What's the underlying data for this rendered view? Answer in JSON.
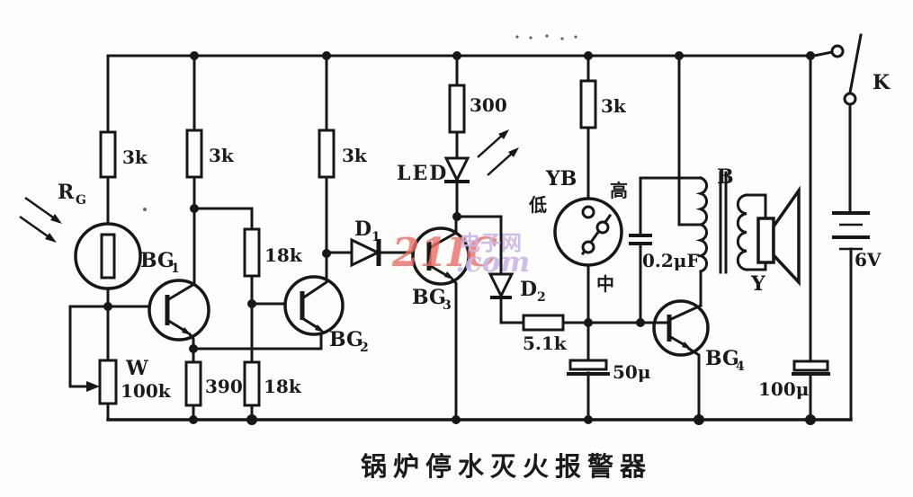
{
  "caption": "锅炉停水灭火报警器",
  "watermark": {
    "brand": "21IC",
    "suffix": ".com",
    "site_name": "电子网",
    "brand_color": "#ee6e62",
    "accent_color": "#c9b6ea"
  },
  "power": {
    "battery_voltage": "6V",
    "switch_label": "K"
  },
  "resistors": {
    "r1": "3k",
    "r2": "3k",
    "r3": "3k",
    "r_led": "300",
    "r_yb": "3k",
    "r_18k_upper": "18k",
    "r_18k_lower": "18k",
    "r_390": "390",
    "r_51": "5.1k"
  },
  "potentiometer": {
    "name": "W",
    "value": "100k"
  },
  "photoresistor": {
    "prefix": "R",
    "sub": "G"
  },
  "transistors": {
    "bg1": {
      "prefix": "BG",
      "sub": "1"
    },
    "bg2": {
      "prefix": "BG",
      "sub": "2"
    },
    "bg3": {
      "prefix": "BG",
      "sub": "3"
    },
    "bg4": {
      "prefix": "BG",
      "sub": "4"
    }
  },
  "diodes": {
    "d1": {
      "prefix": "D",
      "sub": "1"
    },
    "d2": {
      "prefix": "D",
      "sub": "2"
    },
    "led": "LED"
  },
  "capacitors": {
    "feedback": "0.2μF",
    "base_bypass": "50μ",
    "filter": "100μ"
  },
  "water_level_switch": {
    "name": "YB",
    "low": "低",
    "high": "高",
    "mid": "中"
  },
  "transformer": {
    "name": "B"
  },
  "speaker": {
    "name": "Y"
  }
}
